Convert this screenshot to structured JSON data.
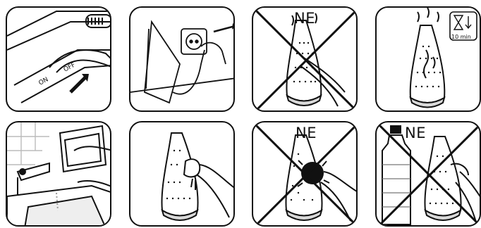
{
  "figure": {
    "panels": [
      {
        "id": "switch-off",
        "labels": {
          "on": "ON",
          "off": "OFF"
        }
      },
      {
        "id": "unplug"
      },
      {
        "id": "no-touch-hot",
        "prohibited": true,
        "label": "NE"
      },
      {
        "id": "cooling",
        "timer": {
          "label": "10 min"
        }
      },
      {
        "id": "empty-tank"
      },
      {
        "id": "wipe-cloth"
      },
      {
        "id": "no-abrasive",
        "prohibited": true,
        "label": "NE"
      },
      {
        "id": "no-chemicals",
        "prohibited": true,
        "label": "NE"
      }
    ]
  },
  "colors": {
    "outline": "#111111",
    "soleplate_gray": "#d9d9d9",
    "background": "#ffffff"
  }
}
